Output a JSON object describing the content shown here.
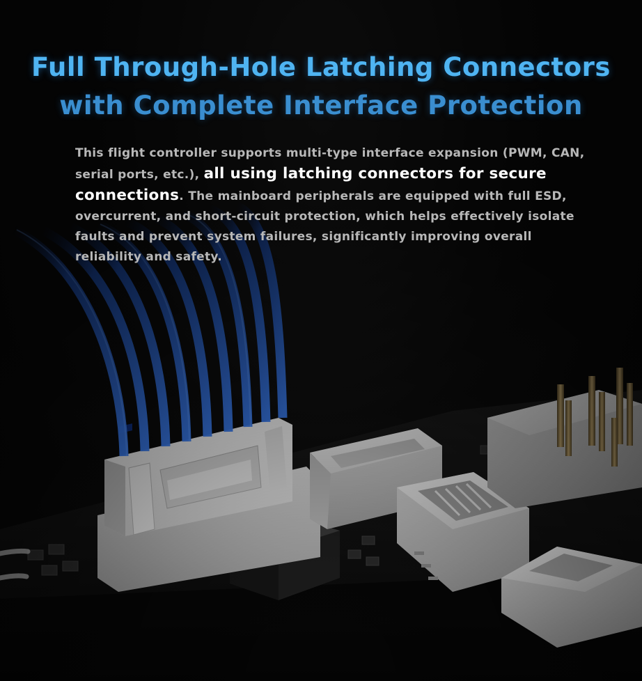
{
  "headline": {
    "line1": "Full Through-Hole Latching Connectors",
    "line2": "with Complete Interface Protection"
  },
  "description": {
    "part1": "This flight controller supports multi-type interface expansion (PWM, CAN, serial ports, etc.),",
    "highlight": "all using latching connectors for secure connections",
    "part2": ". The mainboard peripherals are equipped with full ESD, overcurrent, and short-circuit protection, which helps effectively isolate faults and prevent system failures, significantly improving overall reliability and safety."
  },
  "colors": {
    "headline_blue": "#4fb4f2",
    "headline_blue_dark": "#3a8ed0",
    "cable_blue": "#2f6fd8",
    "connector_white": "#e4e4e4",
    "board_black": "#111111"
  },
  "illustration": {
    "subject": "pcb-connectors-with-ribbon-cable",
    "cable_wire_count": 9
  }
}
